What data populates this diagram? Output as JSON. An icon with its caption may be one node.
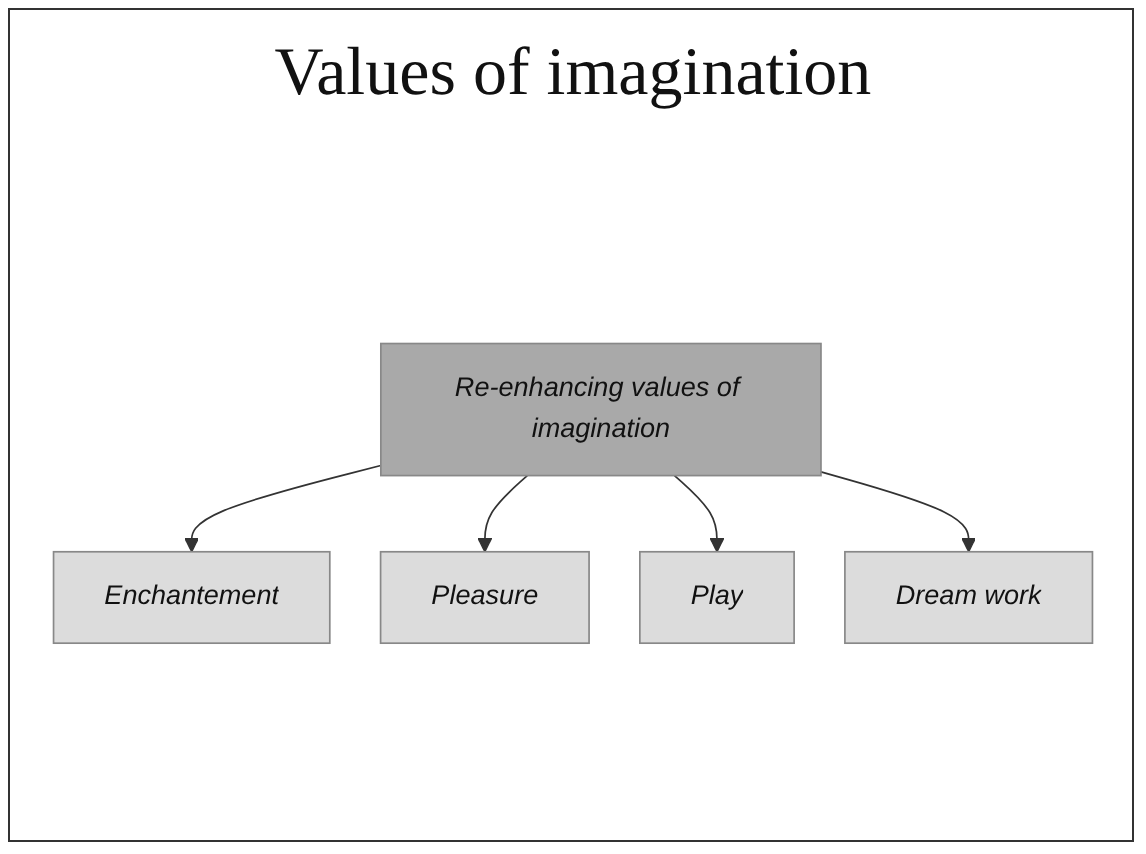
{
  "diagram": {
    "title": "Values of imagination",
    "nodes": [
      {
        "text": [
          "Enchantement"
        ]
      },
      {
        "text": [
          "Pleasure"
        ]
      },
      {
        "text": [
          "Re-enhancing values of imagination"
        ]
      },
      {
        "text": [
          "Play"
        ]
      },
      {
        "text": [
          "Dream work"
        ]
      }
    ],
    "edges": [
      {
        "from": 2,
        "to": 0,
        "arrow": "to"
      },
      {
        "from": 2,
        "to": 1,
        "arrow": "to"
      },
      {
        "from": 2,
        "to": 3,
        "arrow": "to"
      },
      {
        "from": 2,
        "to": 4,
        "arrow": "to"
      }
    ]
  }
}
